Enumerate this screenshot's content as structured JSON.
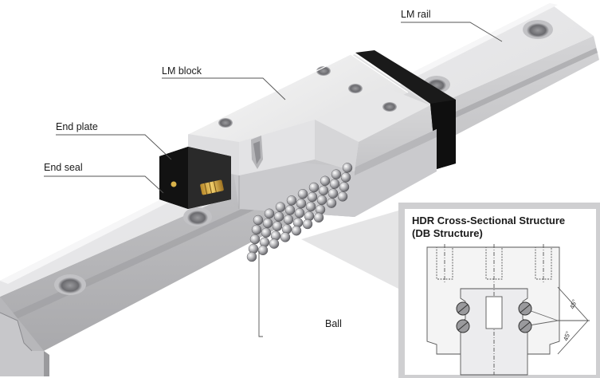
{
  "labels": {
    "lm_rail": "LM rail",
    "lm_block": "LM block",
    "end_plate": "End plate",
    "end_seal": "End seal",
    "ball": "Ball"
  },
  "inset": {
    "title_line1": "HDR Cross-Sectional Structure",
    "title_line2": "(DB Structure)",
    "angle_upper": "45°",
    "angle_lower": "45°"
  },
  "colors": {
    "rail_top": "#e9e9ea",
    "rail_side": "#c9c9cb",
    "block_top": "#efefef",
    "block_side": "#d2d2d4",
    "end_plate": "#1b1b1b",
    "inset_bg": "#cfcfd1",
    "leader": "#555555"
  }
}
